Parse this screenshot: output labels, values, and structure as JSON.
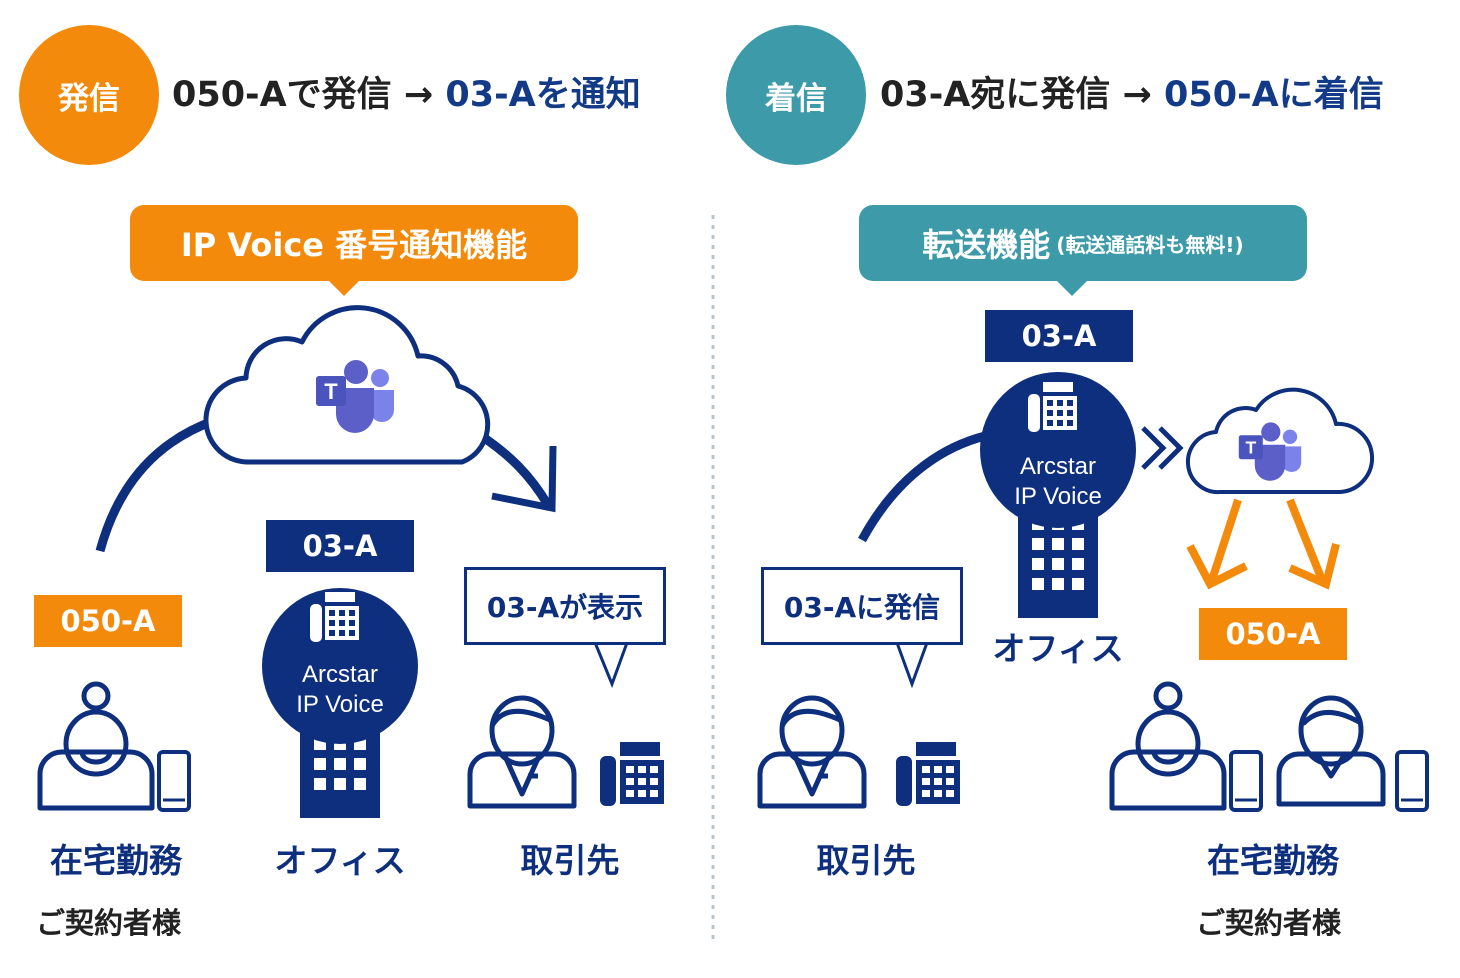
{
  "colors": {
    "navy": "#0e2f7d",
    "orange": "#f48a0b",
    "teal": "#3d9aa8",
    "teams": "#5b5fc7"
  },
  "left": {
    "badge": "発信",
    "headline_part1": "050-Aで発信 →",
    "headline_part2": "03-Aを通知",
    "feature": "IP Voice 番号通知機能",
    "office_number": "03-A",
    "home_number": "050-A",
    "office_line1": "Arcstar",
    "office_line2": "IP Voice",
    "callout": "03-Aが表示",
    "label_home": "在宅勤務",
    "label_office": "オフィス",
    "label_partner": "取引先",
    "contract": "ご契約者様"
  },
  "right": {
    "badge": "着信",
    "headline_part1": "03-A宛に発信 →",
    "headline_part2": "050-Aに着信",
    "feature_main": "転送機能",
    "feature_sub": "(転送通話料も無料!)",
    "office_number": "03-A",
    "home_number": "050-A",
    "office_line1": "Arcstar",
    "office_line2": "IP Voice",
    "callout": "03-Aに発信",
    "label_office": "オフィス",
    "label_partner": "取引先",
    "label_home": "在宅勤務",
    "contract": "ご契約者様"
  },
  "icons": [
    "teams-icon",
    "cloud-icon",
    "phone-icon",
    "smartphone-icon",
    "building-icon",
    "person-icon",
    "arrow-icon"
  ]
}
